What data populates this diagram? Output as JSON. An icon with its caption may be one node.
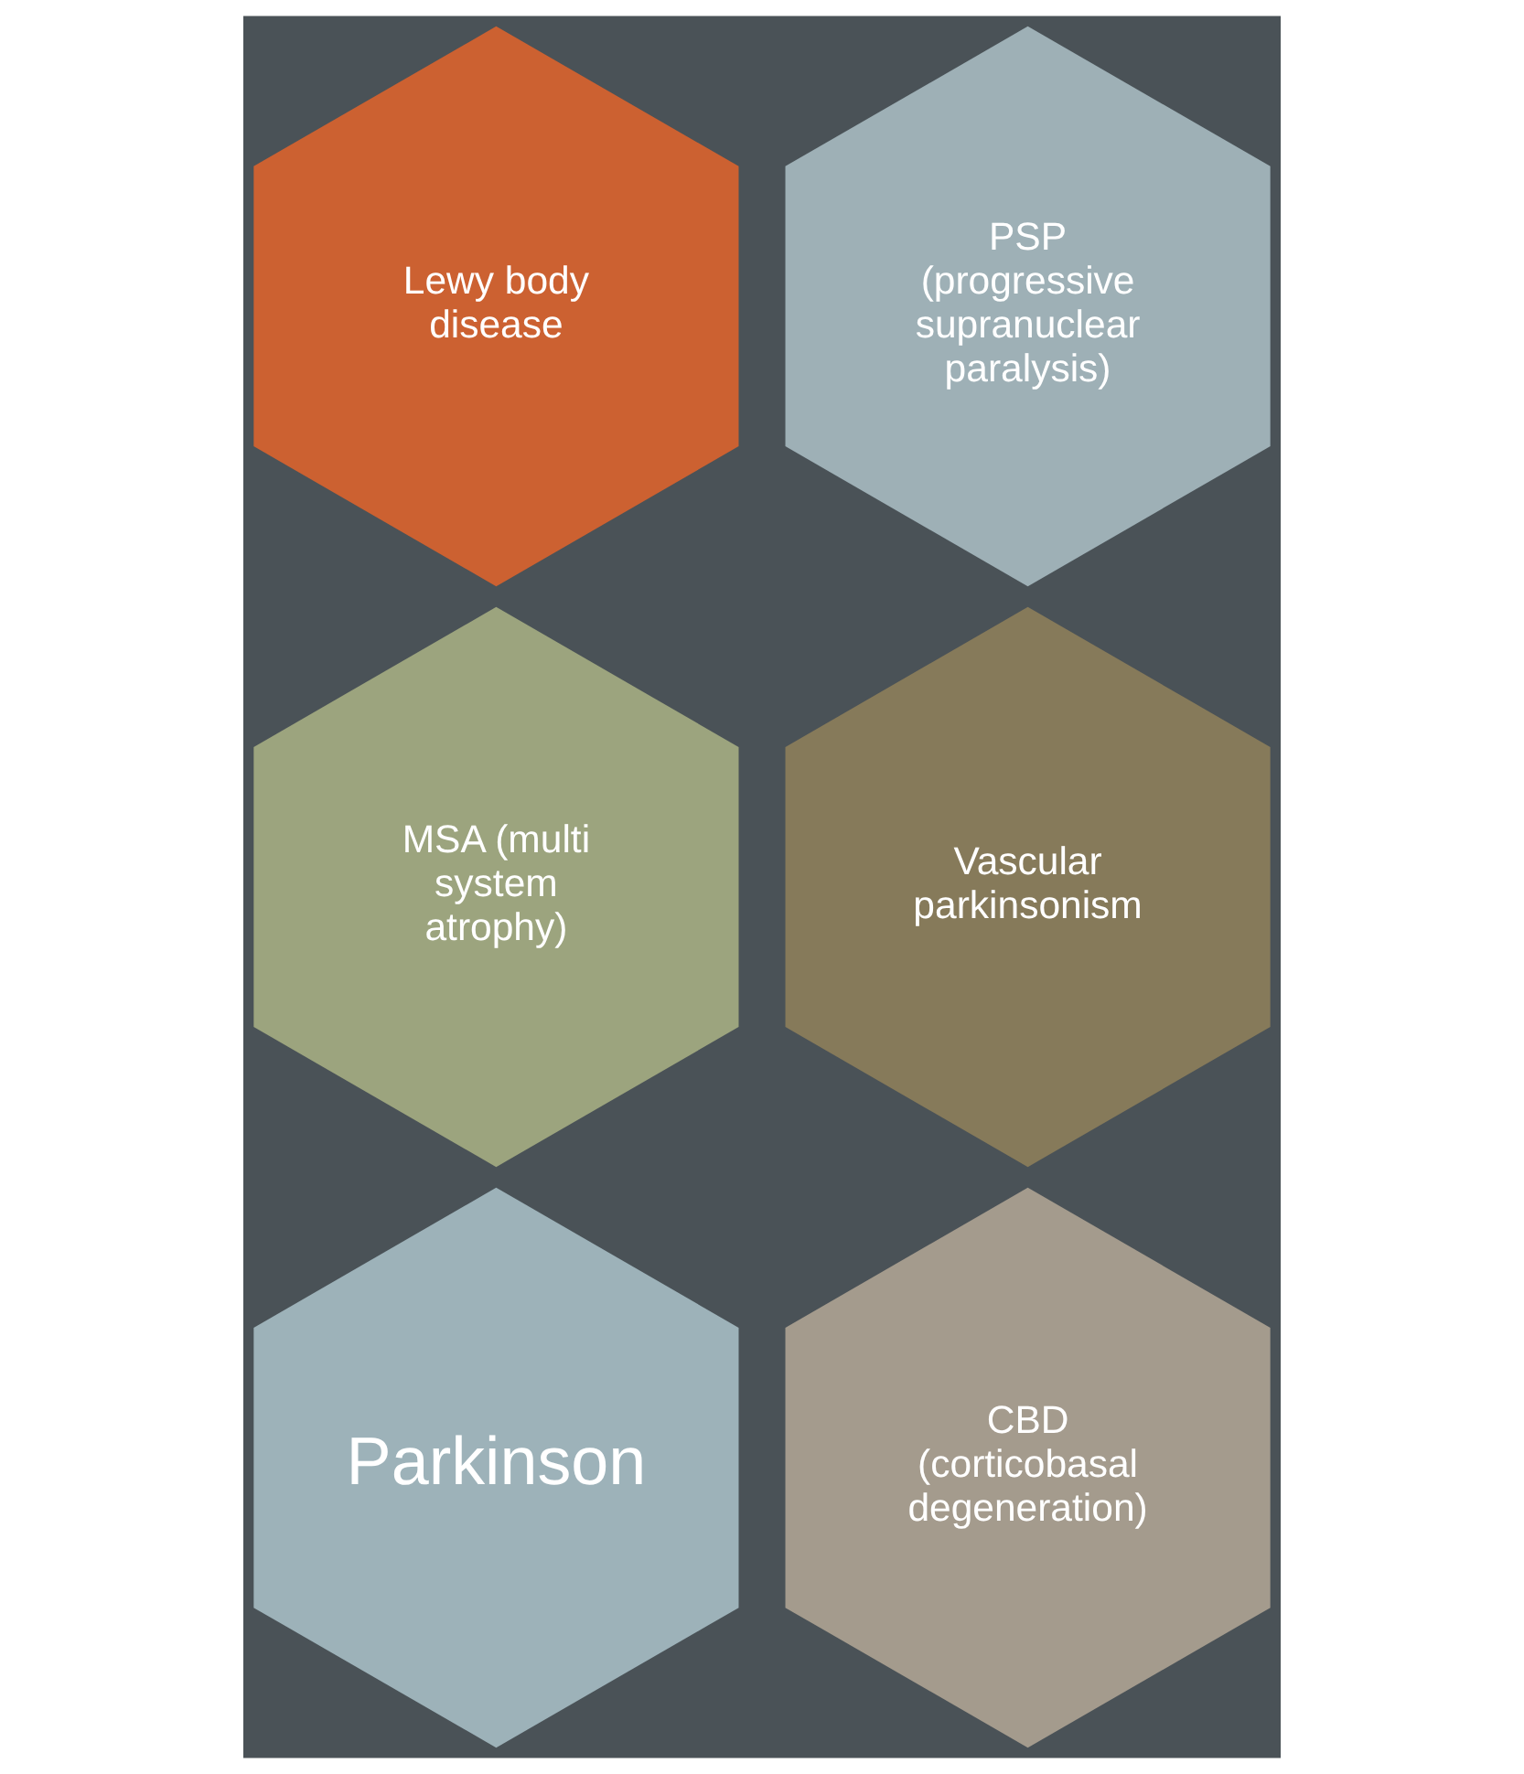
{
  "diagram": {
    "nodes": [
      {
        "text": [
          "Lewy body disease"
        ]
      },
      {
        "text": [
          "PSP (progressive supranuclear paralysis)"
        ]
      },
      {
        "text": [
          "MSA (multi system atrophy)"
        ]
      },
      {
        "text": [
          "Vascular parkinsonism"
        ]
      },
      {
        "text": [
          "Parkinson"
        ]
      },
      {
        "text": [
          "CBD (corticobasal degeneration)"
        ]
      }
    ]
  }
}
